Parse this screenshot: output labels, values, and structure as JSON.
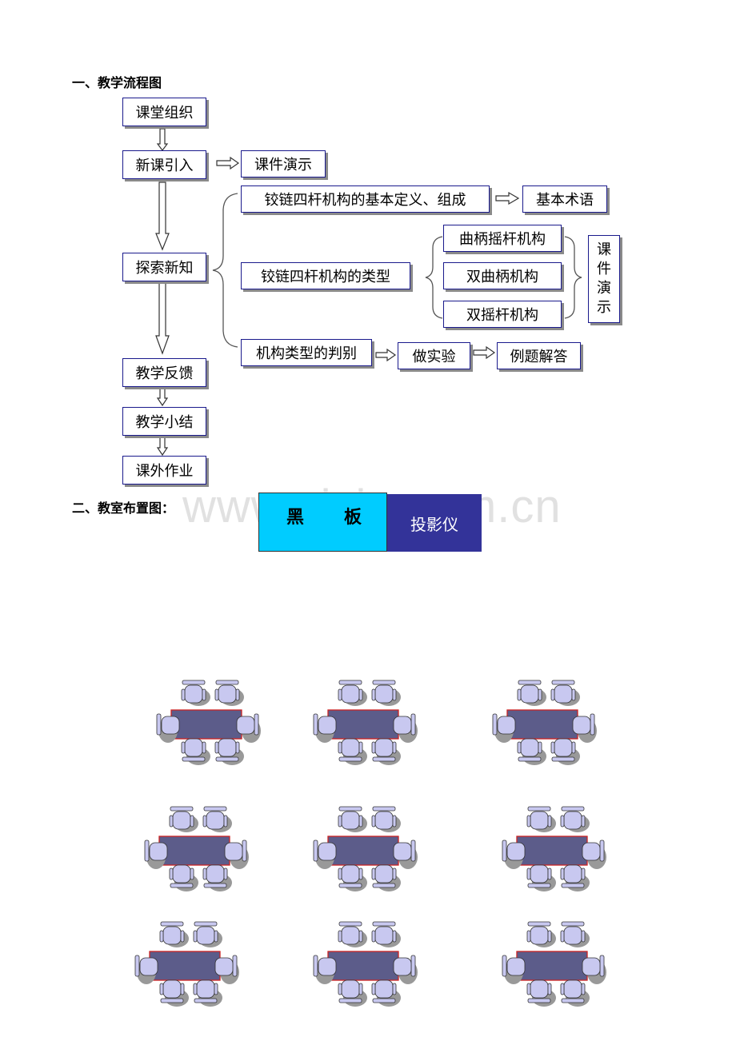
{
  "section1": {
    "heading": "一、教学流程图"
  },
  "flow": {
    "organize": "课堂组织",
    "intro": "新课引入",
    "explore": "探索新知",
    "feedback": "教学反馈",
    "summary": "教学小结",
    "homework": "课外作业"
  },
  "branches": {
    "courseware_demo": "课件演示",
    "definition": "铰链四杆机构的基本定义、组成",
    "terms": "基本术语",
    "types": "铰链四杆机构的类型",
    "crank_rocker": "曲柄摇杆机构",
    "double_crank": "双曲柄机构",
    "double_rocker": "双摇杆机构",
    "vertical_demo": [
      "课",
      "件",
      "演",
      "示"
    ],
    "judge": "机构类型的判别",
    "experiment": "做实验",
    "examples": "例题解答"
  },
  "section2": {
    "heading": "二、教室布置图："
  },
  "classroom": {
    "blackboard_left": "黑",
    "blackboard_right": "板",
    "projector": "投影仪",
    "colors": {
      "blackboard": "#00ccff",
      "projector": "#333399",
      "table": "#5c5c8a",
      "chair": "#c8c8f0"
    },
    "table_groups": 9
  },
  "watermark": "www.zixin.com.cn"
}
